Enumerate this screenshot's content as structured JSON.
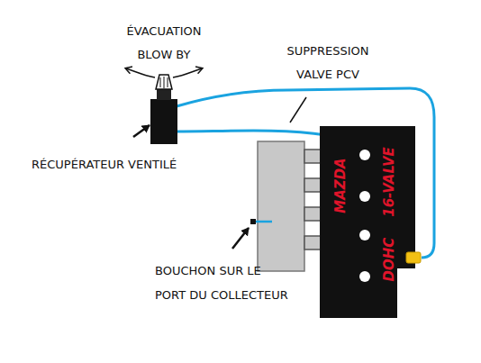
{
  "diagram": {
    "nodes": [
      {
        "text": [
          "MAZDA",
          "16-VALVE",
          "DOHC"
        ]
      }
    ],
    "labels": [
      "ÉVACUATION BLOW BY",
      "SUPPRESSION VALVE PCV",
      "RÉCUPÉRATEUR VENTILÉ",
      "BOUCHON SUR LE",
      "PORT DU COLLECTEUR"
    ]
  }
}
